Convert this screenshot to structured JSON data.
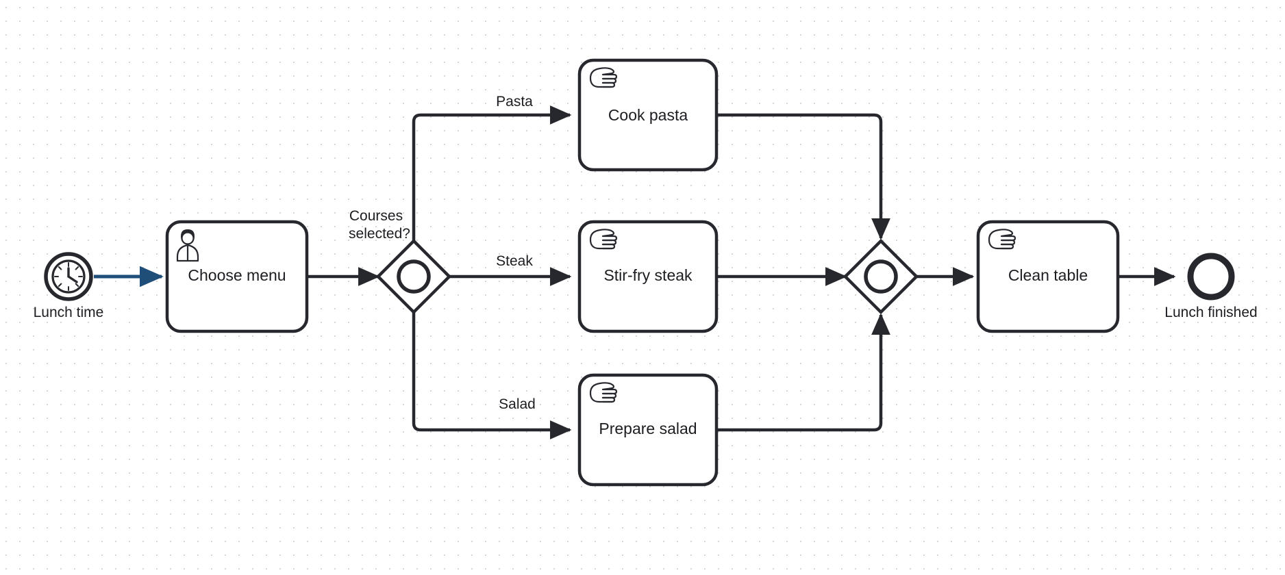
{
  "diagram": {
    "type": "bpmn-process",
    "title": "Lunch process",
    "background": "#ffffff",
    "grid_dot_color": "#d6d6d6",
    "stroke_color": "#26282e",
    "start_flow_color": "#1f4e79",
    "nodes": [
      {
        "id": "start",
        "kind": "start-event",
        "event_type": "timer",
        "icon": "clock-icon",
        "label": "Lunch time"
      },
      {
        "id": "choose-menu",
        "kind": "task",
        "task_type": "user",
        "icon": "user-icon",
        "label": "Choose menu"
      },
      {
        "id": "split-gateway",
        "kind": "gateway",
        "gateway_type": "inclusive",
        "icon": "circle-icon",
        "label": "Courses selected?"
      },
      {
        "id": "cook-pasta",
        "kind": "task",
        "task_type": "manual",
        "icon": "hand-icon",
        "label": "Cook pasta"
      },
      {
        "id": "stir-fry-steak",
        "kind": "task",
        "task_type": "manual",
        "icon": "hand-icon",
        "label": "Stir-fry steak"
      },
      {
        "id": "prepare-salad",
        "kind": "task",
        "task_type": "manual",
        "icon": "hand-icon",
        "label": "Prepare salad"
      },
      {
        "id": "merge-gateway",
        "kind": "gateway",
        "gateway_type": "inclusive",
        "icon": "circle-icon",
        "label": ""
      },
      {
        "id": "clean-table",
        "kind": "task",
        "task_type": "manual",
        "icon": "hand-icon",
        "label": "Clean table"
      },
      {
        "id": "end",
        "kind": "end-event",
        "event_type": "none",
        "label": "Lunch finished"
      }
    ],
    "flows": [
      {
        "id": "f1",
        "from": "start",
        "to": "choose-menu",
        "label": ""
      },
      {
        "id": "f2",
        "from": "choose-menu",
        "to": "split-gateway",
        "label": ""
      },
      {
        "id": "f3",
        "from": "split-gateway",
        "to": "cook-pasta",
        "label": "Pasta"
      },
      {
        "id": "f4",
        "from": "split-gateway",
        "to": "stir-fry-steak",
        "label": "Steak"
      },
      {
        "id": "f5",
        "from": "split-gateway",
        "to": "prepare-salad",
        "label": "Salad"
      },
      {
        "id": "f6",
        "from": "cook-pasta",
        "to": "merge-gateway",
        "label": ""
      },
      {
        "id": "f7",
        "from": "stir-fry-steak",
        "to": "merge-gateway",
        "label": ""
      },
      {
        "id": "f8",
        "from": "prepare-salad",
        "to": "merge-gateway",
        "label": ""
      },
      {
        "id": "f9",
        "from": "merge-gateway",
        "to": "clean-table",
        "label": ""
      },
      {
        "id": "f10",
        "from": "clean-table",
        "to": "end",
        "label": ""
      }
    ]
  },
  "labels": {
    "start_event": "Lunch time",
    "choose_menu": "Choose menu",
    "gateway_question_line1": "Courses",
    "gateway_question_line2": "selected?",
    "flow_pasta": "Pasta",
    "flow_steak": "Steak",
    "flow_salad": "Salad",
    "cook_pasta": "Cook pasta",
    "stir_fry_steak": "Stir-fry steak",
    "prepare_salad": "Prepare salad",
    "clean_table": "Clean table",
    "end_event": "Lunch finished"
  }
}
